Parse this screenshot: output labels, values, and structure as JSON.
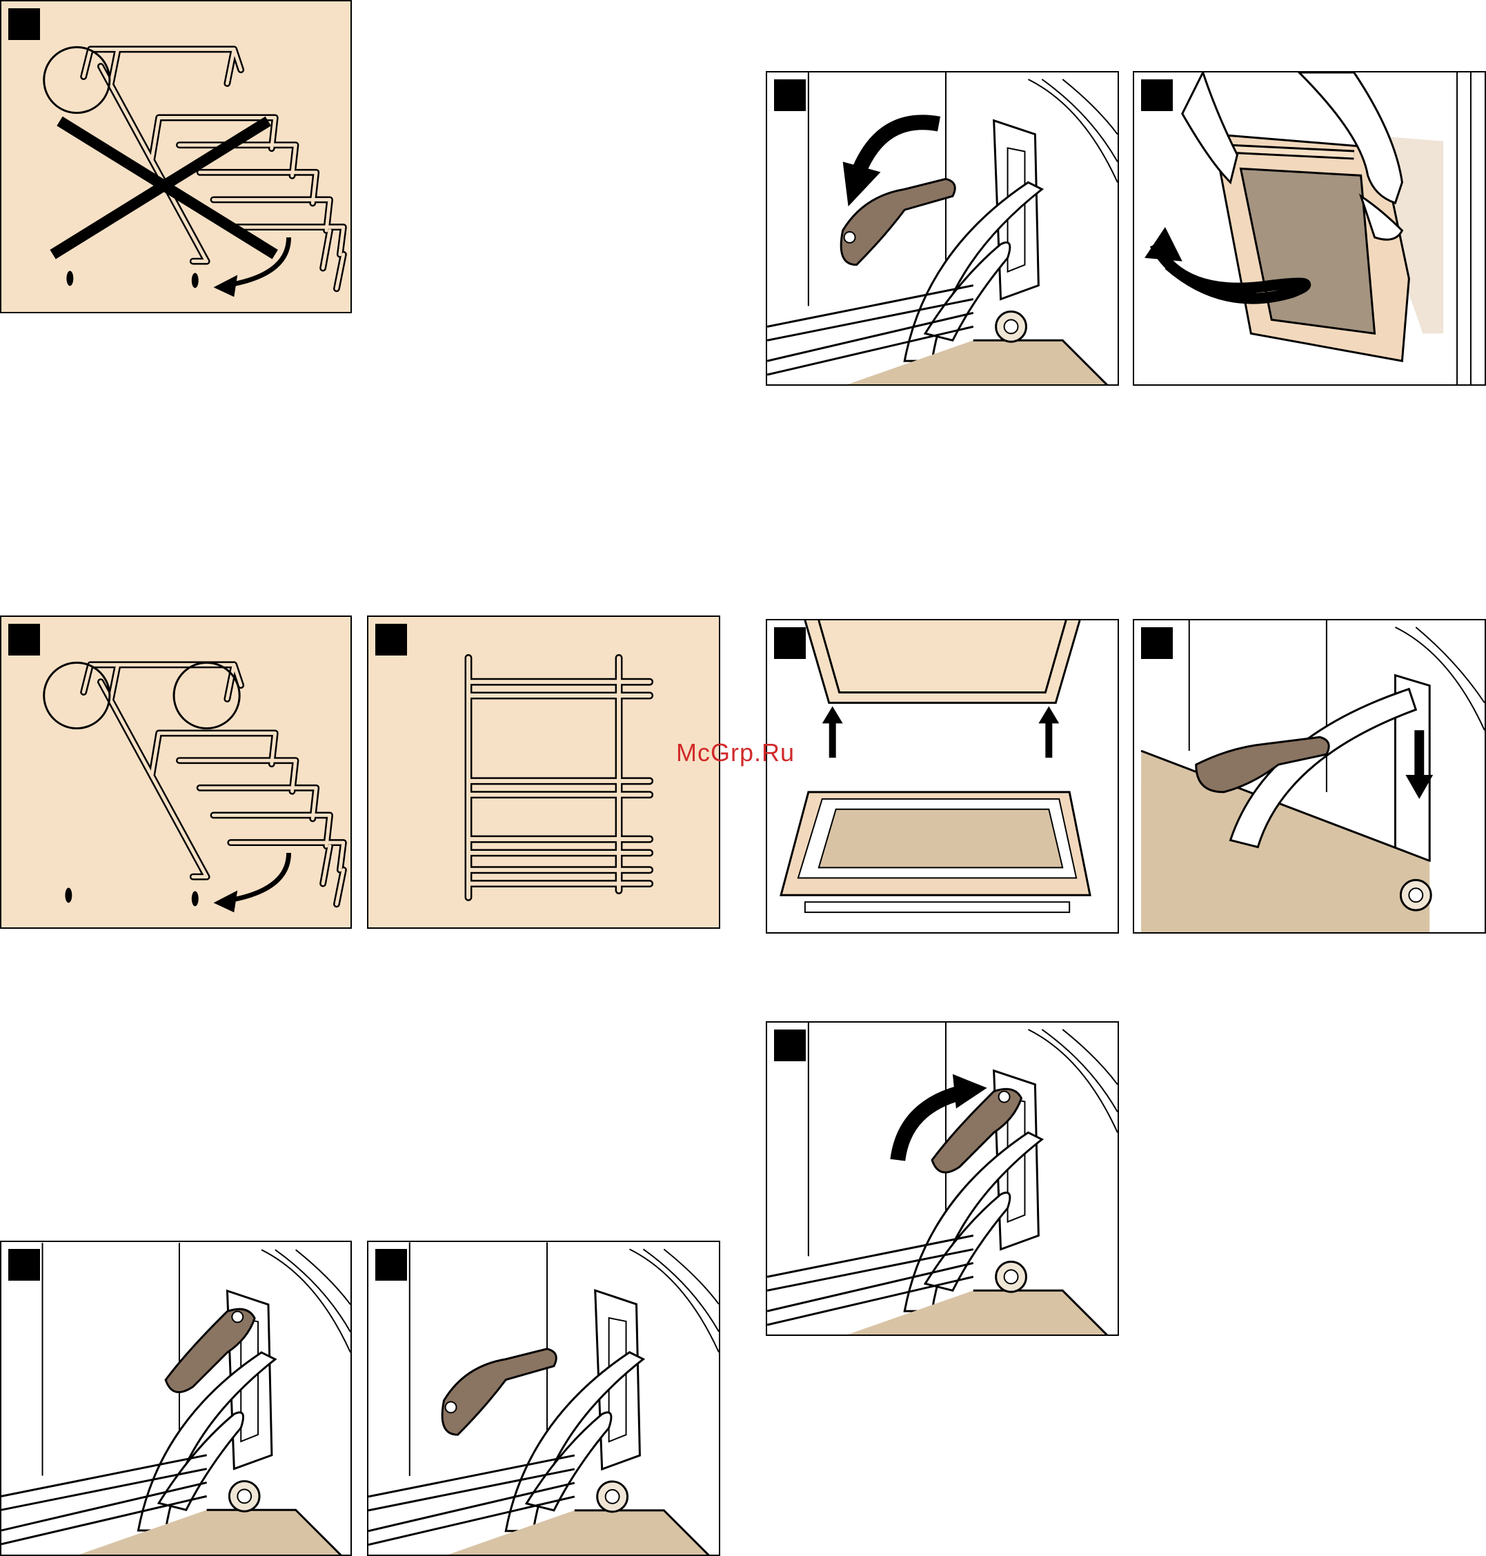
{
  "watermark": {
    "text": "McGrp.Ru"
  },
  "colors": {
    "panel_background": "#f7e1c6",
    "lever": "#8a7462",
    "door_glass": "#a49480",
    "floor": "#d8c3a5",
    "ink": "#000000",
    "watermark": "#d12a2a"
  },
  "panels": [
    {
      "id": "rack-removal-wrong",
      "icon": "crossed-out-rack"
    },
    {
      "id": "hinge-lever-open",
      "icon": "hinge-lever-swing-down"
    },
    {
      "id": "door-lift-off",
      "icon": "hands-lifting-door"
    },
    {
      "id": "rack-removal",
      "icon": "rack-with-circled-hooks"
    },
    {
      "id": "rack-front-view",
      "icon": "rack-front"
    },
    {
      "id": "door-insert",
      "icon": "door-insert-arrows-up"
    },
    {
      "id": "door-lower-onto-hinge",
      "icon": "hinge-arrow-down"
    },
    {
      "id": "hinge-lever-close",
      "icon": "hinge-lever-swing-up"
    },
    {
      "id": "hinge-lever-up",
      "icon": "hinge-lever-up"
    },
    {
      "id": "hinge-lever-down",
      "icon": "hinge-lever-down"
    }
  ]
}
